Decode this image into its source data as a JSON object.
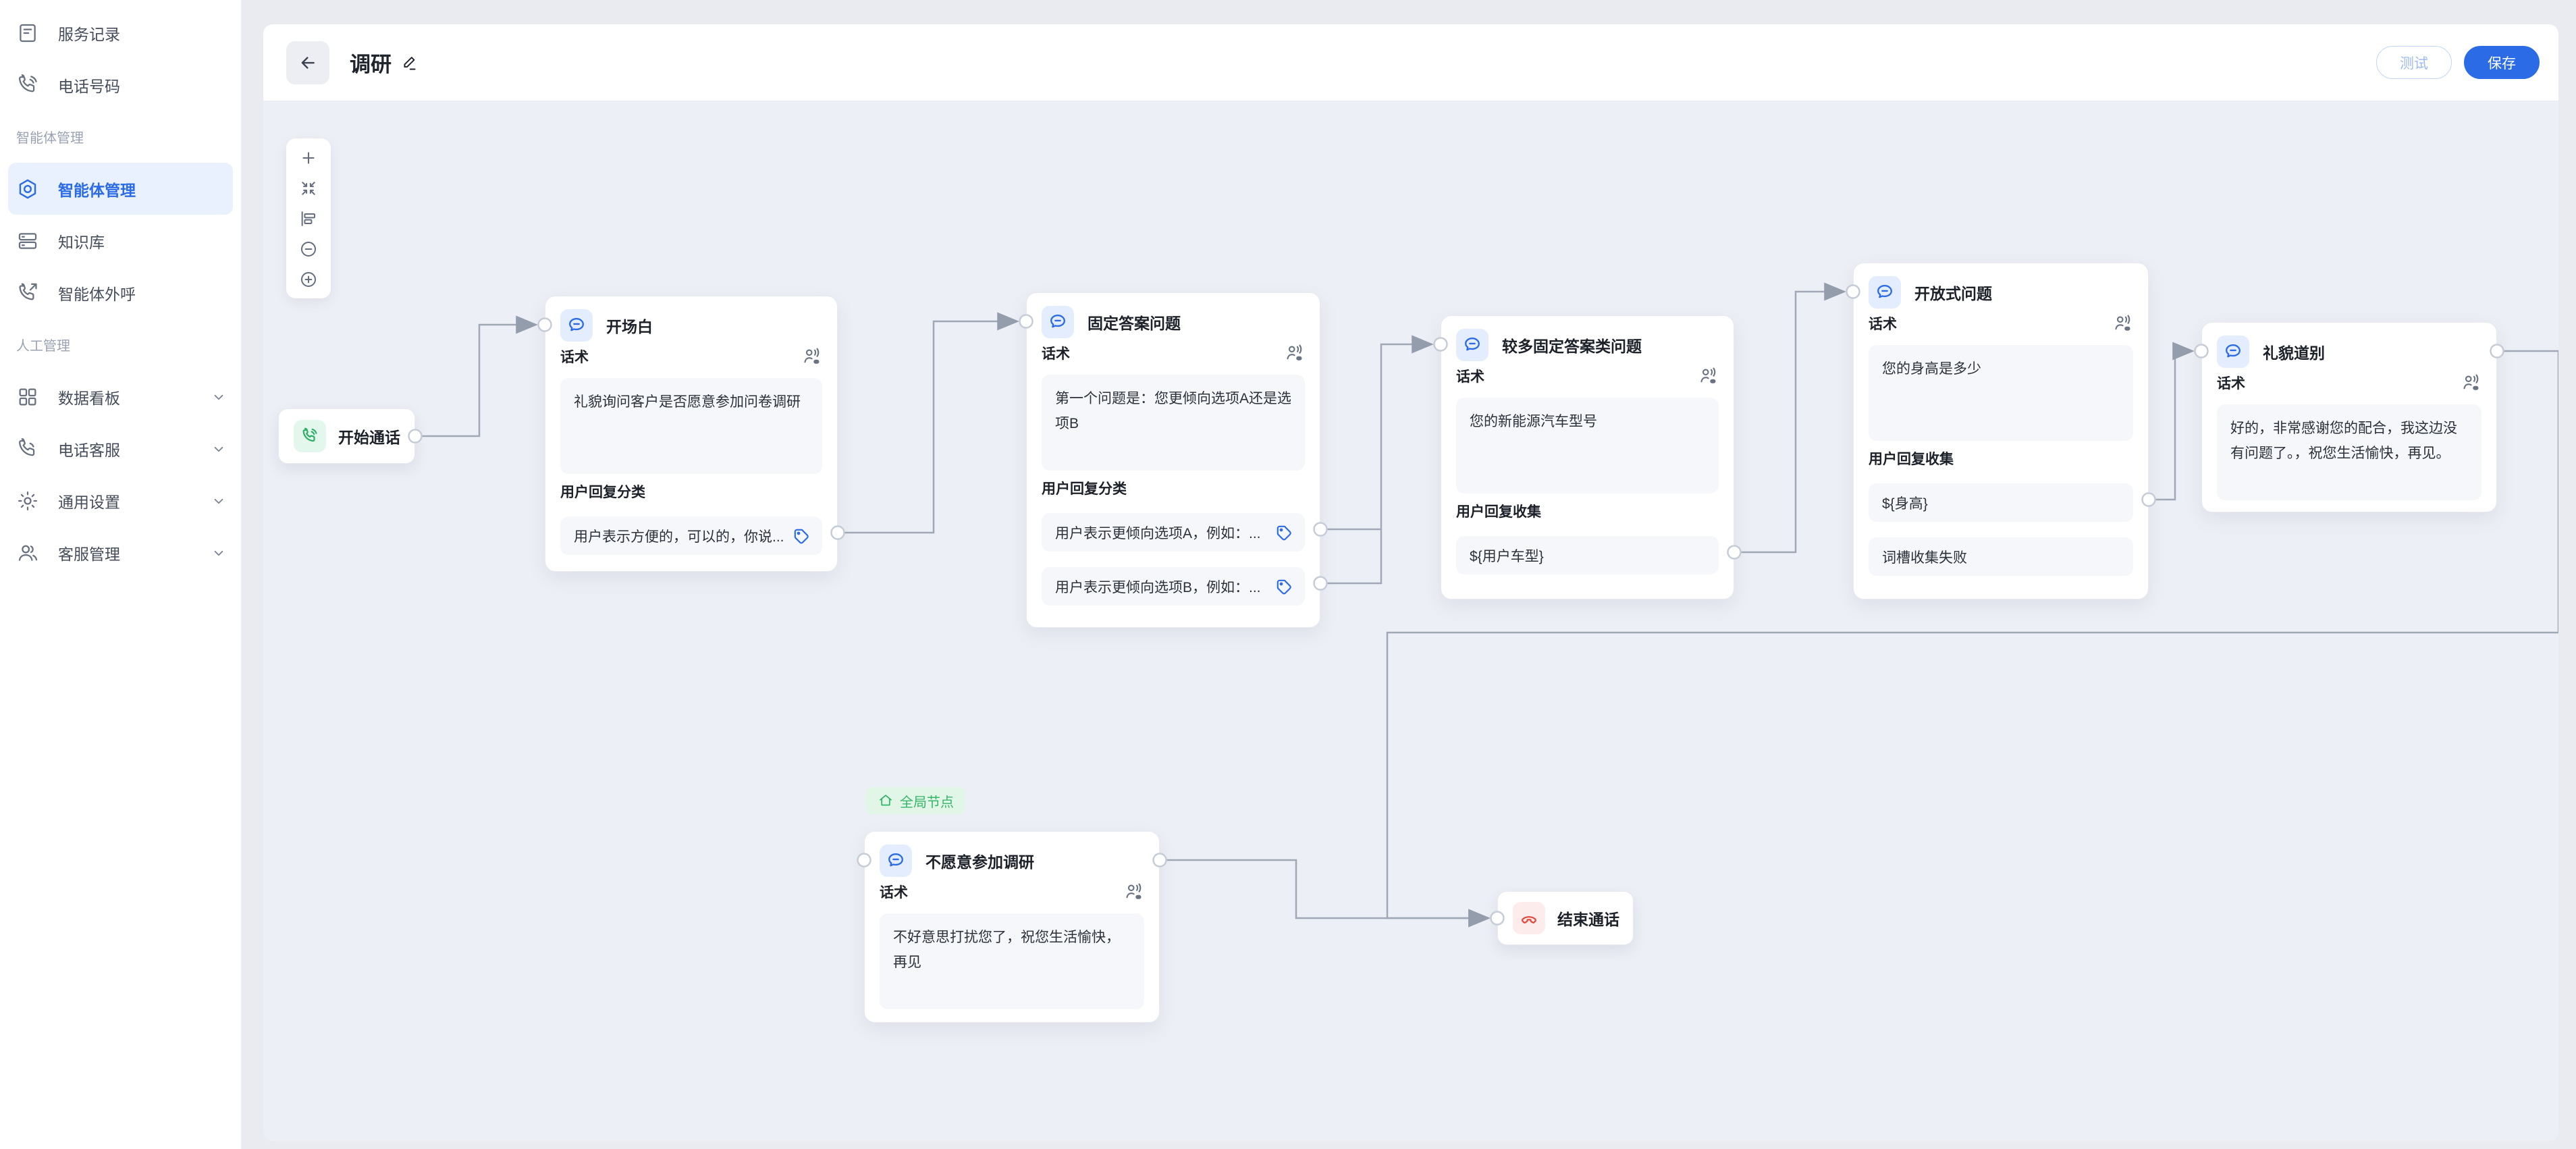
{
  "sidebar": {
    "sections": {
      "agent": "智能体管理",
      "manual": "人工管理"
    },
    "items": {
      "service_records": "服务记录",
      "phone_numbers": "电话号码",
      "agent_mgmt": "智能体管理",
      "knowledge_base": "知识库",
      "agent_outbound": "智能体外呼",
      "data_dashboard": "数据看板",
      "phone_support": "电话客服",
      "general_settings": "通用设置",
      "support_mgmt": "客服管理"
    }
  },
  "header": {
    "title": "调研",
    "buttons": {
      "test": "测试",
      "save": "保存"
    }
  },
  "canvas": {
    "global_badge": "全局节点",
    "labels": {
      "script": "话术",
      "classify": "用户回复分类",
      "collect": "用户回复收集"
    },
    "nodes": {
      "start": {
        "title": "开始通话"
      },
      "opening": {
        "title": "开场白",
        "script": "礼貌询问客户是否愿意参加问卷调研",
        "items": {
          "i0": "用户表示方便的，可以的，你说..."
        }
      },
      "fixed": {
        "title": "固定答案问题",
        "script": "第一个问题是：您更倾向选项A还是选项B",
        "items": {
          "i0": "用户表示更倾向选项A，例如：...",
          "i1": "用户表示更倾向选项B，例如：..."
        }
      },
      "multi": {
        "title": "较多固定答案类问题",
        "script": "您的新能源汽车型号",
        "items": {
          "i0": "${用户车型}"
        }
      },
      "open": {
        "title": "开放式问题",
        "script": "您的身高是多少",
        "items": {
          "i0": "${身高}",
          "i1": "词槽收集失败"
        }
      },
      "farewell": {
        "title": "礼貌道别",
        "script": "好的，非常感谢您的配合，我这边没有问题了。，祝您生活愉快，再见。"
      },
      "unwilling": {
        "title": "不愿意参加调研",
        "script": "不好意思打扰您了，祝您生活愉快，再见"
      },
      "end": {
        "title": "结束通话"
      }
    },
    "colors": {
      "accent_blue": "#2b6ce6",
      "green": "#35b569",
      "red": "#e2483d",
      "line": "#a0a8b5"
    }
  }
}
